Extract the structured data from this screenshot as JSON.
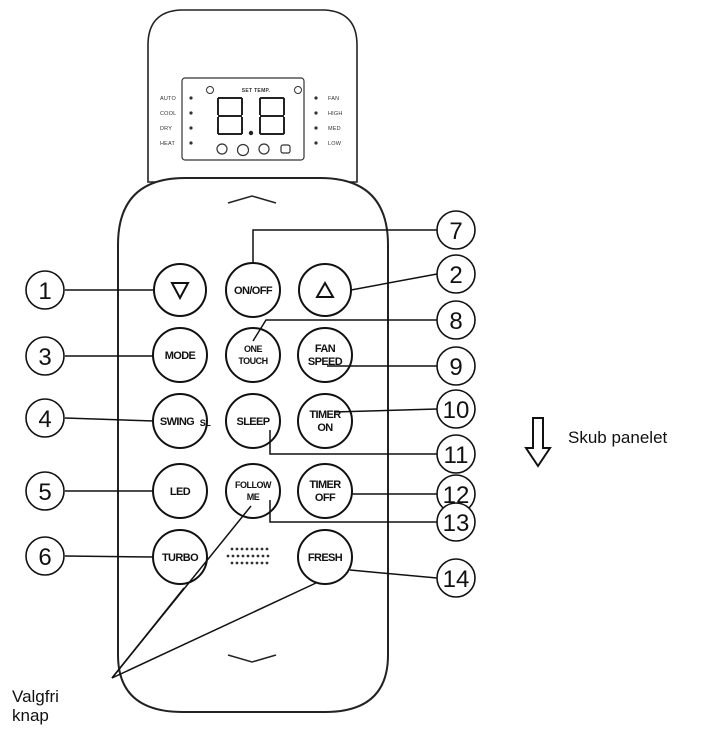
{
  "display": {
    "title": "SET TEMP.",
    "left_modes": [
      "AUTO",
      "COOL",
      "DRY",
      "HEAT"
    ],
    "right_modes": [
      "FAN",
      "HIGH",
      "MED",
      "LOW"
    ]
  },
  "buttons": {
    "down": "down-arrow",
    "on_off": "ON/OFF",
    "up": "up-arrow",
    "mode": "MODE",
    "one_touch": [
      "ONE",
      "TOUCH"
    ],
    "fan_speed": [
      "FAN",
      "SPEED"
    ],
    "swing": "SWING",
    "swing_suffix": "SL",
    "sleep": "SLEEP",
    "timer_on": [
      "TIMER",
      "ON"
    ],
    "led": "LED",
    "follow_me": [
      "FOLLOW",
      "ME"
    ],
    "timer_off": [
      "TIMER",
      "OFF"
    ],
    "turbo": "TURBO",
    "fresh": "FRESH"
  },
  "callouts": [
    "1",
    "2",
    "3",
    "4",
    "5",
    "6",
    "7",
    "8",
    "9",
    "10",
    "11",
    "12",
    "13",
    "14"
  ],
  "labels": {
    "slide_panel": "Skub panelet",
    "optional_line1": "Valgfri",
    "optional_line2": "knap"
  },
  "colors": {
    "ink": "#111111",
    "background": "#ffffff"
  }
}
